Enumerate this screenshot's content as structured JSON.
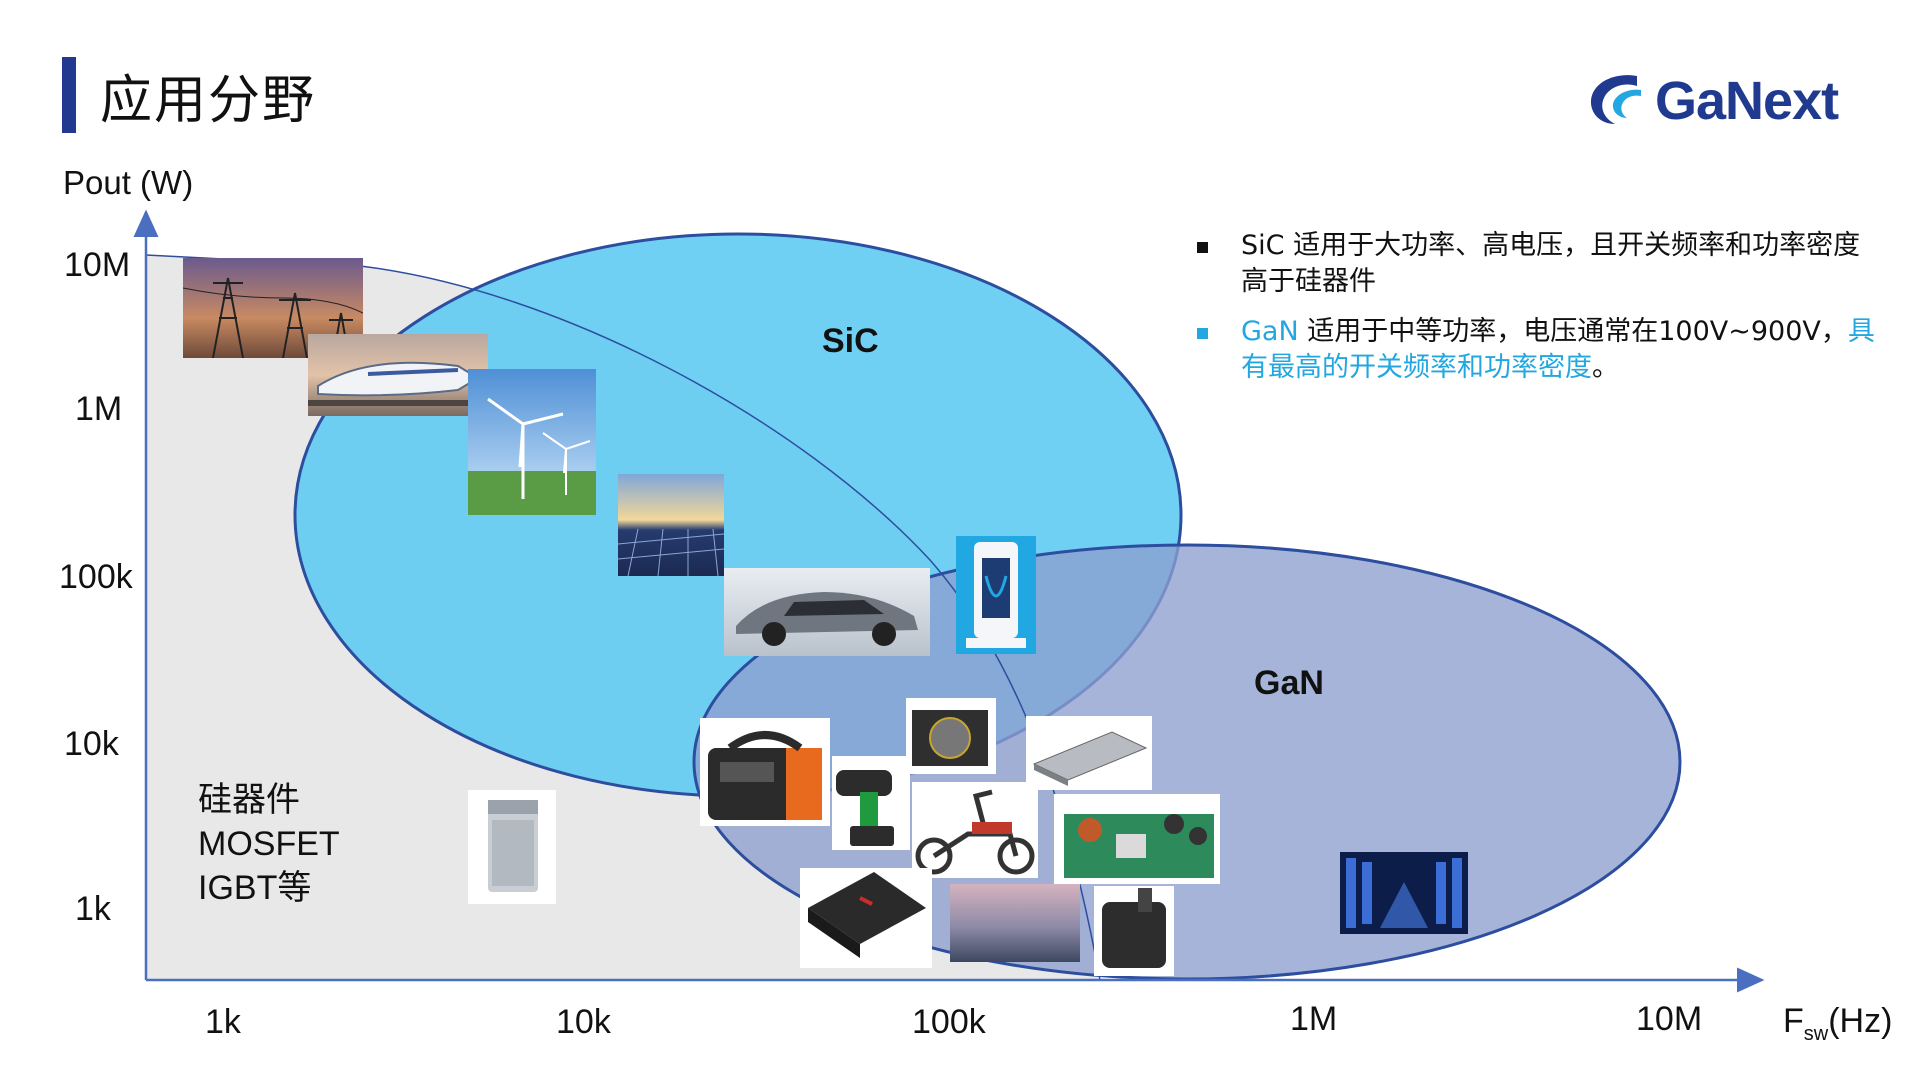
{
  "header": {
    "title": "应用分野",
    "logo_text": "GaNext"
  },
  "axes": {
    "y_label": "Pout (W)",
    "y_ticks": [
      "10M",
      "1M",
      "100k",
      "10k",
      "1k"
    ],
    "x_ticks": [
      "1k",
      "10k",
      "100k",
      "1M",
      "10M"
    ],
    "x_label_main": "F",
    "x_label_sub": "sw",
    "x_label_unit": "(Hz)"
  },
  "regions": {
    "sic": "SiC",
    "gan": "GaN",
    "si_lines": [
      "硅器件",
      "MOSFET",
      "IGBT等"
    ]
  },
  "notes": [
    {
      "prefix": "SiC 适用于大功率、高电压，且开关频率和功率密度高于硅器件",
      "highlight": "",
      "suffix": ""
    },
    {
      "prefix": "GaN",
      "prefix_rest": " 适用于中等功率，电压通常在100V~900V，",
      "highlight": "具有最高的开关频率和功率密度",
      "suffix": "。"
    }
  ],
  "colors": {
    "title_bar": "#1f3a8f",
    "sic": "#5ccaf2",
    "gan": "#8d9fd0",
    "axis": "#4a6fc0",
    "accent": "#22a7e0"
  },
  "images": [
    "power-tower",
    "high-speed-train",
    "wind-turbines",
    "solar-panels",
    "electric-car",
    "ev-charger",
    "washing-machine",
    "portable-power-station",
    "impact-drill",
    "pc-power-supply",
    "server-power-supply",
    "electric-scooter",
    "power-circuit-board",
    "gaming-laptop",
    "tv-display",
    "power-adapter",
    "data-center"
  ]
}
